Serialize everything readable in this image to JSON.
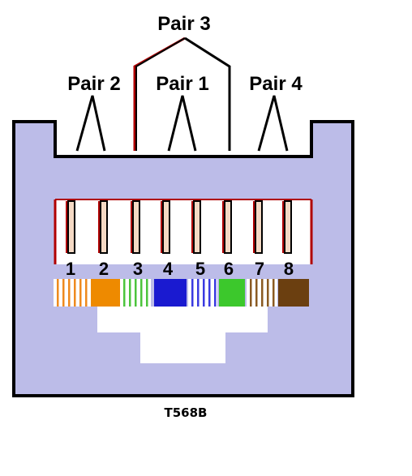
{
  "standard": "T568B",
  "pairs": {
    "pair1": "Pair 1",
    "pair2": "Pair 2",
    "pair3": "Pair 3",
    "pair4": "Pair 4"
  },
  "pins": [
    "1",
    "2",
    "3",
    "4",
    "5",
    "6",
    "7",
    "8"
  ],
  "colors": {
    "body": "#bcbce8",
    "outline": "#000000",
    "contact_wire": "#b00000",
    "white_orange": "#ee8a1e",
    "orange": "#ee8a00",
    "white_green": "#4cc43c",
    "blue": "#1a1ad0",
    "white_blue": "#3a3ae0",
    "green": "#3cc82c",
    "white_brown": "#8a5a22",
    "brown": "#6b3f10"
  }
}
